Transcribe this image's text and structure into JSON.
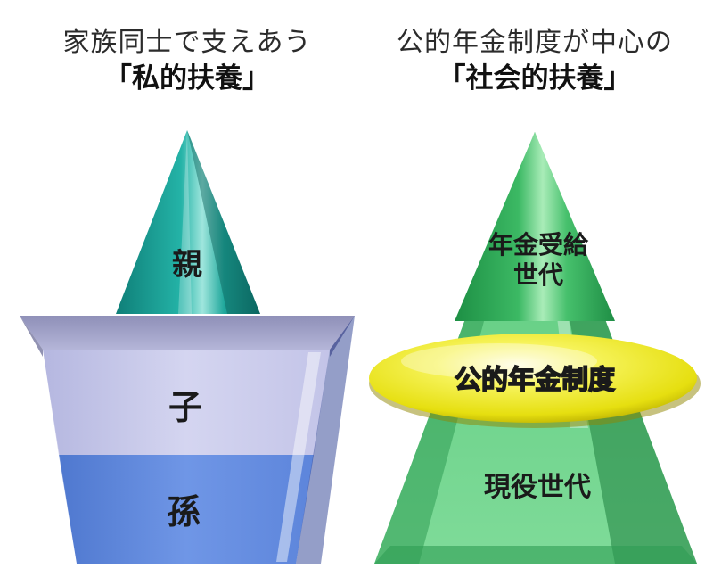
{
  "left": {
    "subtitle": "家族同士で支えあう",
    "title": "「私的扶養」",
    "top_label": "親",
    "middle_label": "子",
    "bottom_label": "孫"
  },
  "right": {
    "subtitle": "公的年金制度が中心の",
    "title": "「社会的扶養」",
    "top_label_line1": "年金受給",
    "top_label_line2": "世代",
    "ellipse_label": "公的年金制度",
    "bottom_label": "現役世代"
  },
  "colors": {
    "parent_teal": "#1fa79b",
    "child_lavender": "#c8c9ea",
    "grandchild_blue": "#6b93e3",
    "pyramid_green": "#3cb964",
    "ellipse_yellow": "#f2ee25"
  }
}
